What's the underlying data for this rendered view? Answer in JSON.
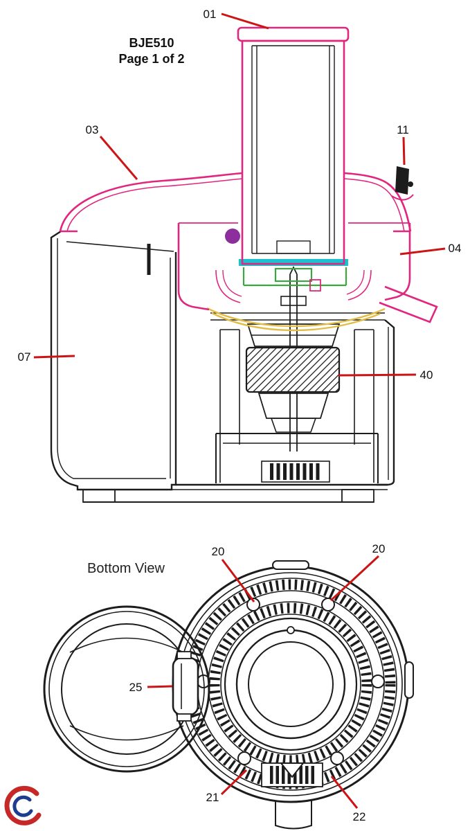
{
  "page": {
    "model": "BJE510",
    "page_label": "Page 1 of 2",
    "bottom_view_label": "Bottom View"
  },
  "callouts": {
    "c01": "01",
    "c03": "03",
    "c11": "11",
    "c04": "04",
    "c07": "07",
    "c40": "40",
    "c20a": "20",
    "c20b": "20",
    "c25": "25",
    "c21": "21",
    "c22": "22"
  },
  "colors": {
    "ink": "#1c1c1c",
    "callout_line": "#cc1414",
    "cover_pink": "#e0267e",
    "filter_cyan": "#17c3cf",
    "filter_green": "#3aa63e",
    "bowl_yellow": "#e2bd45",
    "purple_dot": "#8c2e9b",
    "logo_red": "#c62828",
    "logo_blue": "#1f3d8c"
  }
}
